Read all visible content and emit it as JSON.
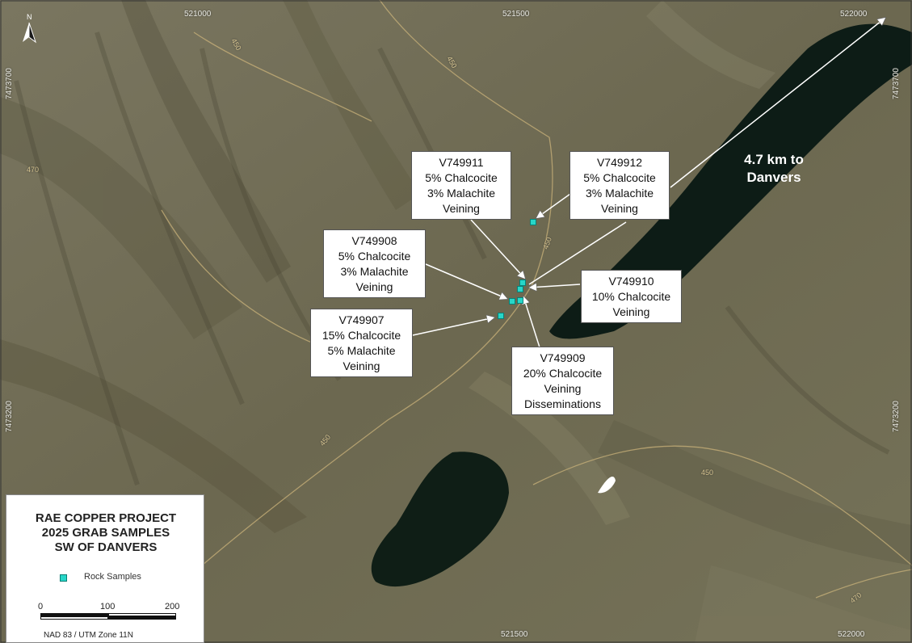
{
  "map": {
    "title_lines": [
      "RAE COPPER PROJECT",
      "2025 GRAB SAMPLES",
      "SW OF DANVERS"
    ],
    "legend_item": "Rock Samples",
    "scale": {
      "ticks": [
        "0",
        "100",
        "200 m"
      ]
    },
    "crs": "NAD 83 / UTM Zone 11N",
    "north_label": "N",
    "grid": {
      "easting_top": [
        "521000",
        "521500",
        "522000"
      ],
      "easting_bottom": [
        "521500",
        "522000"
      ],
      "northing_left": [
        "7473700",
        "7473200"
      ],
      "northing_right": [
        "7473700",
        "7473200"
      ]
    },
    "road_labels": [
      "450",
      "450",
      "470",
      "450",
      "450",
      "450",
      "470"
    ],
    "arrow_label_lines": [
      "4.7 km to",
      "Danvers"
    ],
    "samples": [
      {
        "id": "V749911",
        "lines": [
          "5% Chalcocite",
          "3% Malachite",
          "Veining"
        ]
      },
      {
        "id": "V749912",
        "lines": [
          "5% Chalcocite",
          "3% Malachite",
          "Veining"
        ]
      },
      {
        "id": "V749908",
        "lines": [
          "5% Chalcocite",
          "3% Malachite",
          "Veining"
        ]
      },
      {
        "id": "V749910",
        "lines": [
          "10% Chalcocite",
          "Veining"
        ]
      },
      {
        "id": "V749907",
        "lines": [
          "15% Chalcocite",
          "5% Malachite",
          "Veining"
        ]
      },
      {
        "id": "V749909",
        "lines": [
          "20% Chalcocite",
          "Veining",
          "Disseminations"
        ]
      }
    ],
    "colors": {
      "sample": "#27d6c8",
      "water": "#0d1c16",
      "terrain": "#6e6a52"
    }
  }
}
